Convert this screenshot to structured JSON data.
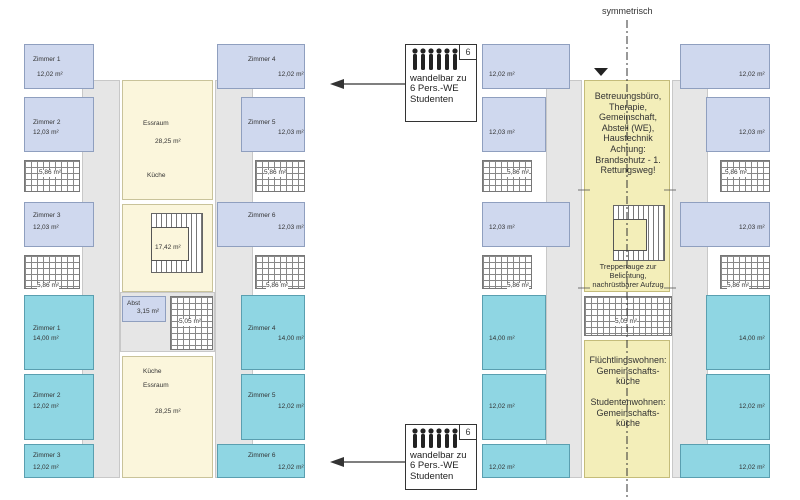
{
  "header": {
    "axis_label": "symmetrisch"
  },
  "badges": [
    {
      "number": "6",
      "text": "wandelbar zu 6 Pers.-WE Studenten"
    },
    {
      "number": "6",
      "text": "wandelbar zu 6 Pers.-WE Studenten"
    }
  ],
  "left_plan": {
    "rooms": [
      {
        "name": "Zimmer 1",
        "area": "12,02 m²"
      },
      {
        "name": "Zimmer 2",
        "area": "12,03 m²"
      },
      {
        "name": "Zimmer 3",
        "area": "12,03 m²"
      },
      {
        "name": "Zimmer 4",
        "area": "12,02 m²"
      },
      {
        "name": "Zimmer 5",
        "area": "12,03 m²"
      },
      {
        "name": "Zimmer 6",
        "area": "12,03 m²"
      },
      {
        "name": "Zimmer 1",
        "area": "14,00 m²"
      },
      {
        "name": "Zimmer 2",
        "area": "12,02 m²"
      },
      {
        "name": "Zimmer 3",
        "area": "12,02 m²"
      },
      {
        "name": "Zimmer 4",
        "area": "14,00 m²"
      },
      {
        "name": "Zimmer 5",
        "area": "12,02 m²"
      },
      {
        "name": "Zimmer 6",
        "area": "12,02 m²"
      }
    ],
    "baths": [
      "5,86 m²",
      "5,86 m²",
      "5,86 m²",
      "5,86 m²",
      "5,05 m²"
    ],
    "essraum_top": {
      "name": "Essraum",
      "area": "28,25 m²",
      "kitchen": "Küche"
    },
    "essraum_bottom": {
      "name": "Essraum",
      "area": "28,25 m²",
      "kitchen": "Küche"
    },
    "stair_area": "17,42 m²",
    "abst": {
      "name": "Abst",
      "area": "3,15 m²"
    }
  },
  "right_plan": {
    "areas": [
      "12,02 m²",
      "12,02 m²",
      "12,03 m²",
      "12,03 m²",
      "12,03 m²",
      "12,03 m²",
      "14,00 m²",
      "14,00 m²",
      "12,02 m²",
      "12,02 m²",
      "12,02 m²",
      "12,02 m²"
    ],
    "baths": [
      "5,86 m²",
      "5,86 m²",
      "5,86 m²",
      "5,86 m²",
      "5,05 m²"
    ],
    "yellow_top_text": "Betreuungsbüro, Therapie, Gemeinschaft, Abstell (WE), Haustechnik Achtung: Brandschutz - 1. Rettungsweg!",
    "stair_note": "Treppenauge zur Belichtung, nachrüstbarer Aufzug",
    "yellow_bottom_text_1": "Flüchtlingswohnen: Gemeinschafts-küche",
    "yellow_bottom_text_2": "Studentenwohnen: Gemeinschafts-küche"
  },
  "colors": {
    "room_blue": "#cfd8ee",
    "room_cyan": "#8fd6e3",
    "cream": "#fbf6dc",
    "yellow": "#f3eeb9"
  }
}
